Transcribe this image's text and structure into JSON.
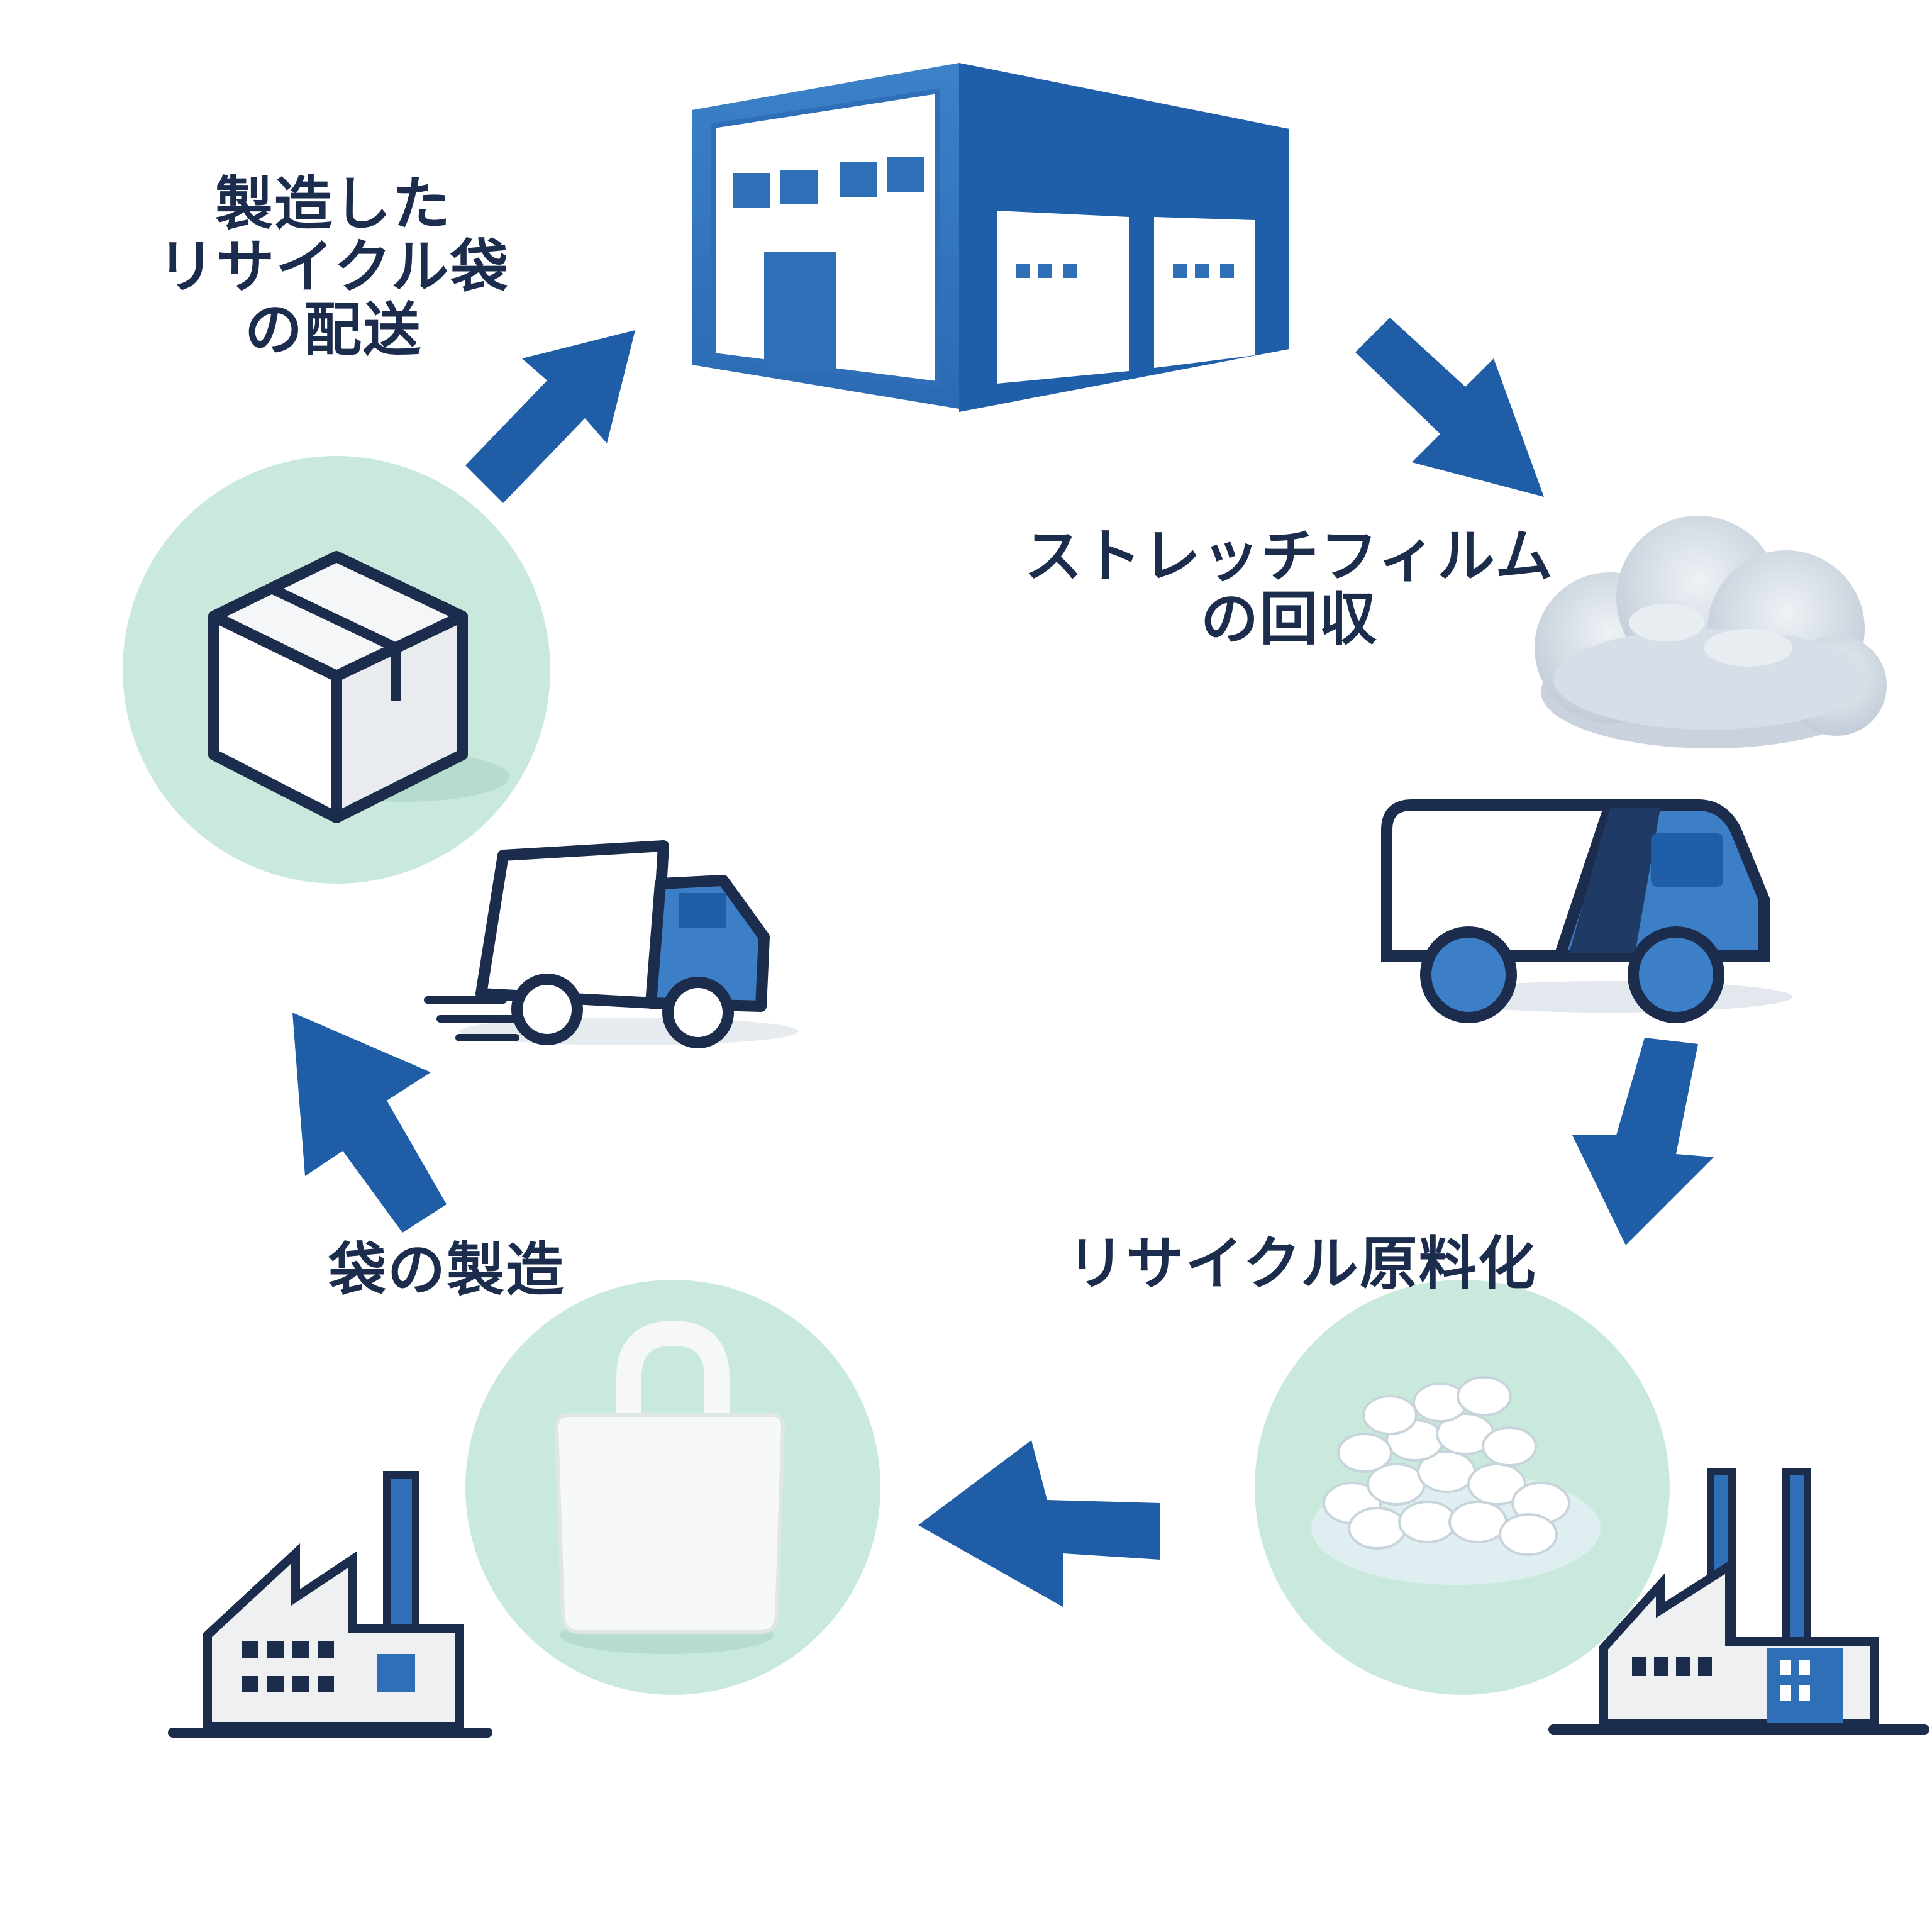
{
  "labels": {
    "delivery": "製造した\nリサイクル袋\nの配送",
    "collection": "ストレッチフィルム\nの回収",
    "recycling": "リサイクル原料化",
    "manufacturing": "袋の製造"
  },
  "colors": {
    "blue": "#2f6fb7",
    "dark_blue": "#1f5da6",
    "navy": "#1c2c4c",
    "mint": "#c9e9dc",
    "light_gray": "#eef0f2",
    "cloud": "#cdd6e0"
  },
  "icons": [
    "warehouse-icon",
    "film-cloud-icon",
    "truck-icon",
    "pellets-icon",
    "factory-icon",
    "bag-icon",
    "box-icon",
    "delivery-truck-icon"
  ]
}
